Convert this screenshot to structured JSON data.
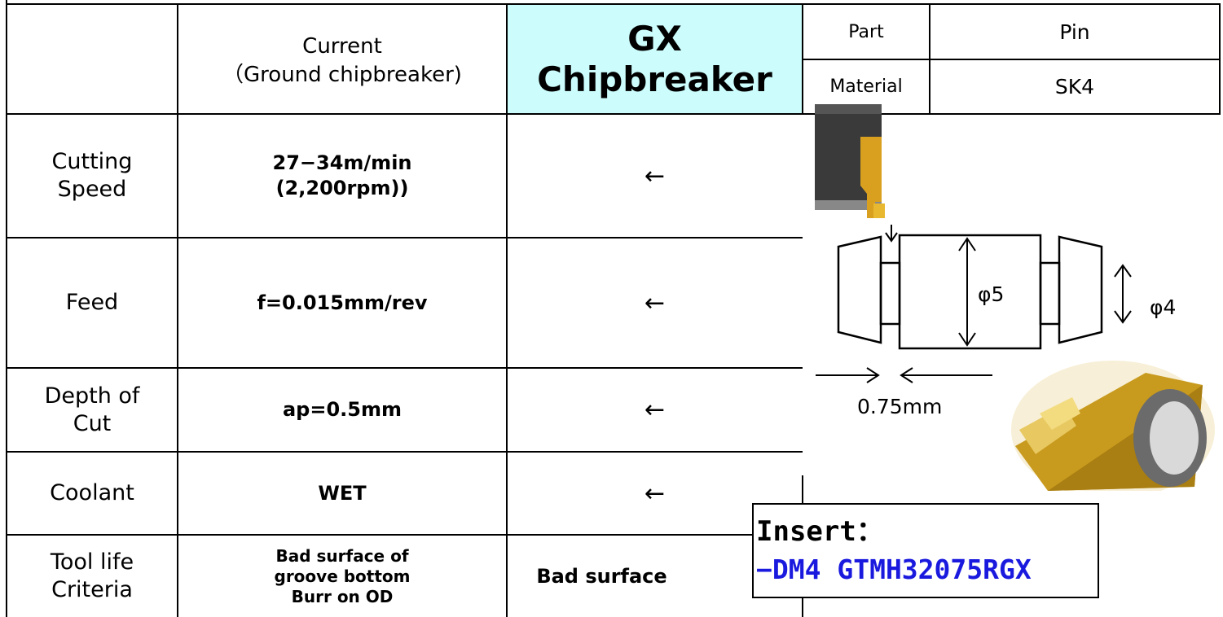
{
  "header": {
    "current_line1": "Current",
    "current_line2": "（Ground chipbreaker)",
    "gx_line1": "GX",
    "gx_line2": "Chipbreaker"
  },
  "info": {
    "part_label": "Part",
    "part_value": "Pin",
    "material_label": "Material",
    "material_value": "SK4"
  },
  "rows": [
    {
      "label_line1": "Cutting",
      "label_line2": "Speed",
      "current_line1": "27−34m/min",
      "current_line2": "(2,200rpm))",
      "gx": "←"
    },
    {
      "label_line1": "Feed",
      "current_line1": "f=0.015mm/rev",
      "gx": "←"
    },
    {
      "label_line1": "Depth of",
      "label_line2": "Cut",
      "current_line1": "ap=0.5mm",
      "gx": "←"
    },
    {
      "label_line1": "Coolant",
      "current_line1": "WET",
      "gx": "←"
    },
    {
      "label_line1": "Tool life",
      "label_line2": "Criteria",
      "current_line1": "Bad surface of",
      "current_line2": "groove bottom",
      "current_line3": "Burr on OD",
      "gx": "Bad surface"
    }
  ],
  "diagram": {
    "dia_large": "φ5",
    "dia_small": "φ4",
    "groove_width": "0.75mm"
  },
  "insert": {
    "title": "Insert：",
    "code": "−DM4 GTMH32075RGX"
  },
  "colors": {
    "gx_header_bg": "#ccfcfc",
    "insert_code": "#1a1adf"
  }
}
